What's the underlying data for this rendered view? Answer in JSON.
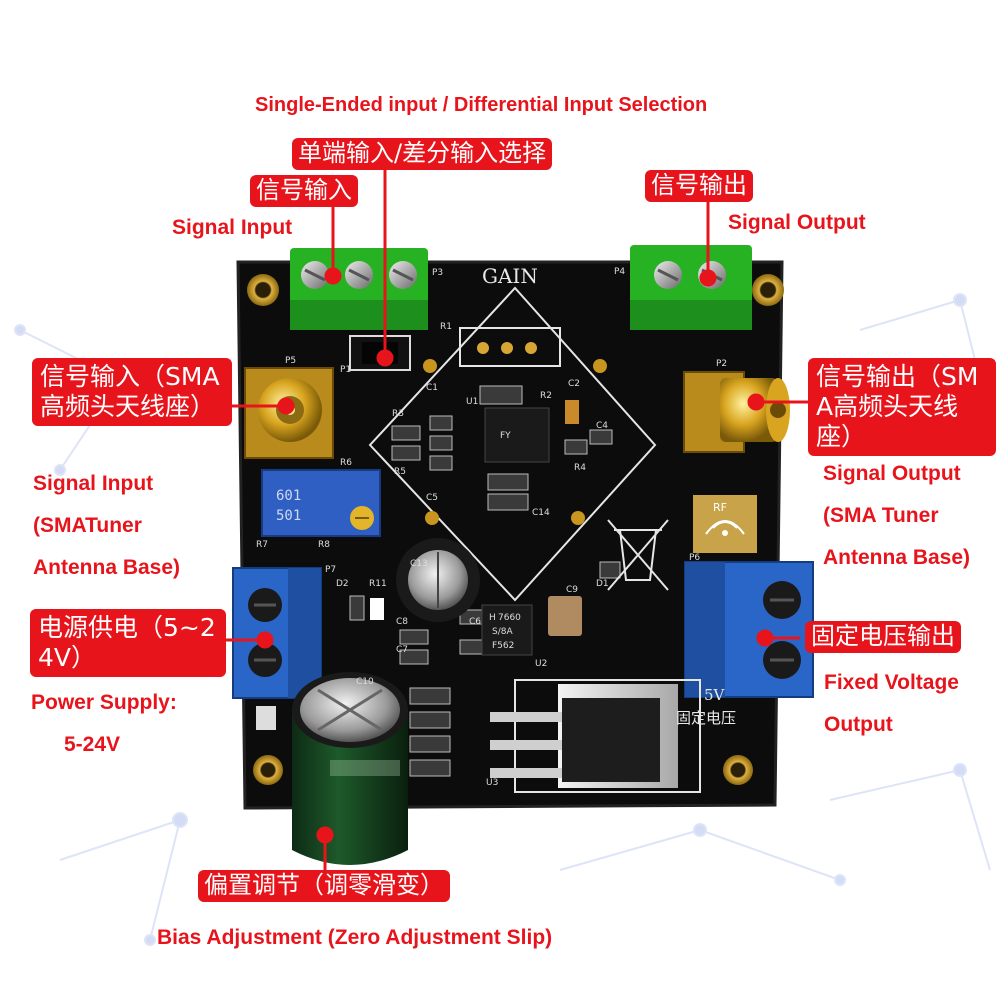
{
  "labels": {
    "selection_en": "Single-Ended input / Differential Input Selection",
    "selection_cn": "单端输入/差分输入选择",
    "signal_input_cn": "信号输入",
    "signal_input_en": "Signal Input",
    "signal_output_cn": "信号输出",
    "signal_output_en": "Signal Output",
    "sma_input_cn": "信号输入（SMA高频头天线座）",
    "sma_input_en": [
      "Signal Input",
      "(SMATuner",
      "Antenna Base)"
    ],
    "sma_output_cn": "信号输出（SMA高频头天线座）",
    "sma_output_en": [
      "Signal Output",
      "(SMA Tuner",
      "Antenna Base)"
    ],
    "power_cn": "电源供电（5~24V）",
    "power_en": [
      "Power Supply:",
      "5-24V"
    ],
    "fixed_voltage_cn": "固定电压输出",
    "fixed_voltage_en": [
      "Fixed Voltage",
      "Output"
    ],
    "bias_cn": "偏置调节（调零滑变）",
    "bias_en": "Bias Adjustment (Zero Adjustment Slip)"
  },
  "board": {
    "gain_label": "GAIN",
    "fixed_voltage_silk": "固定电压",
    "voltage_silk": "5V",
    "rf_badge": "RF",
    "pot_markings": [
      "501",
      "601"
    ],
    "refs": [
      "P3",
      "P4",
      "P5",
      "P2",
      "P1",
      "P6",
      "P7",
      "R1",
      "R2",
      "R3",
      "R4",
      "R5",
      "R6",
      "R7",
      "R8",
      "R11",
      "U1",
      "U2",
      "U3",
      "C1",
      "C2",
      "C4",
      "C5",
      "C6",
      "C7",
      "C8",
      "C9",
      "C10",
      "C13",
      "C14",
      "D1",
      "D2"
    ],
    "chip_u2": [
      "H",
      "7660",
      "S/8A",
      "F562"
    ]
  }
}
